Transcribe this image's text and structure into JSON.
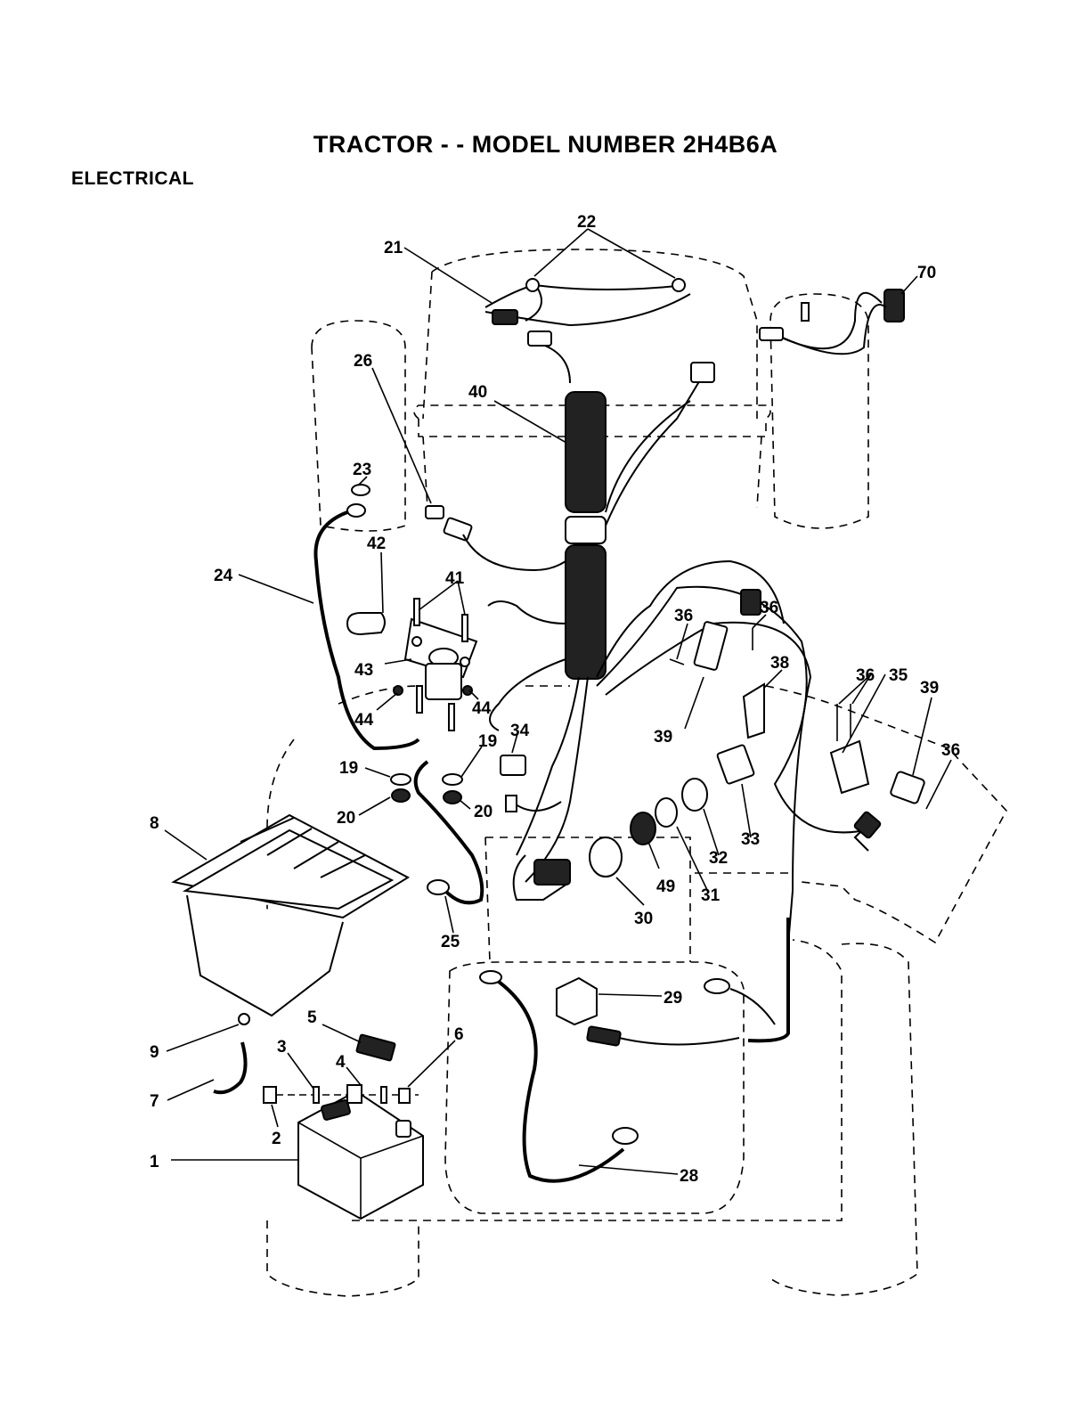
{
  "title": "TRACTOR - - MODEL NUMBER 2H4B6A",
  "section": "ELECTRICAL",
  "callouts": [
    {
      "id": "c1",
      "text": "1"
    },
    {
      "id": "c2",
      "text": "2"
    },
    {
      "id": "c3",
      "text": "3"
    },
    {
      "id": "c4",
      "text": "4"
    },
    {
      "id": "c5",
      "text": "5"
    },
    {
      "id": "c6",
      "text": "6"
    },
    {
      "id": "c7",
      "text": "7"
    },
    {
      "id": "c8",
      "text": "8"
    },
    {
      "id": "c9",
      "text": "9"
    },
    {
      "id": "c19a",
      "text": "19"
    },
    {
      "id": "c19b",
      "text": "19"
    },
    {
      "id": "c20a",
      "text": "20"
    },
    {
      "id": "c20b",
      "text": "20"
    },
    {
      "id": "c21",
      "text": "21"
    },
    {
      "id": "c22",
      "text": "22"
    },
    {
      "id": "c23",
      "text": "23"
    },
    {
      "id": "c24",
      "text": "24"
    },
    {
      "id": "c25",
      "text": "25"
    },
    {
      "id": "c26",
      "text": "26"
    },
    {
      "id": "c28",
      "text": "28"
    },
    {
      "id": "c29",
      "text": "29"
    },
    {
      "id": "c30",
      "text": "30"
    },
    {
      "id": "c31",
      "text": "31"
    },
    {
      "id": "c32",
      "text": "32"
    },
    {
      "id": "c33",
      "text": "33"
    },
    {
      "id": "c34",
      "text": "34"
    },
    {
      "id": "c35",
      "text": "35"
    },
    {
      "id": "c36a",
      "text": "36"
    },
    {
      "id": "c36b",
      "text": "36"
    },
    {
      "id": "c36c",
      "text": "36"
    },
    {
      "id": "c36d",
      "text": "36"
    },
    {
      "id": "c38",
      "text": "38"
    },
    {
      "id": "c39a",
      "text": "39"
    },
    {
      "id": "c39b",
      "text": "39"
    },
    {
      "id": "c40",
      "text": "40"
    },
    {
      "id": "c41",
      "text": "41"
    },
    {
      "id": "c42",
      "text": "42"
    },
    {
      "id": "c43",
      "text": "43"
    },
    {
      "id": "c44a",
      "text": "44"
    },
    {
      "id": "c44b",
      "text": "44"
    },
    {
      "id": "c49",
      "text": "49"
    },
    {
      "id": "c70",
      "text": "70"
    }
  ]
}
